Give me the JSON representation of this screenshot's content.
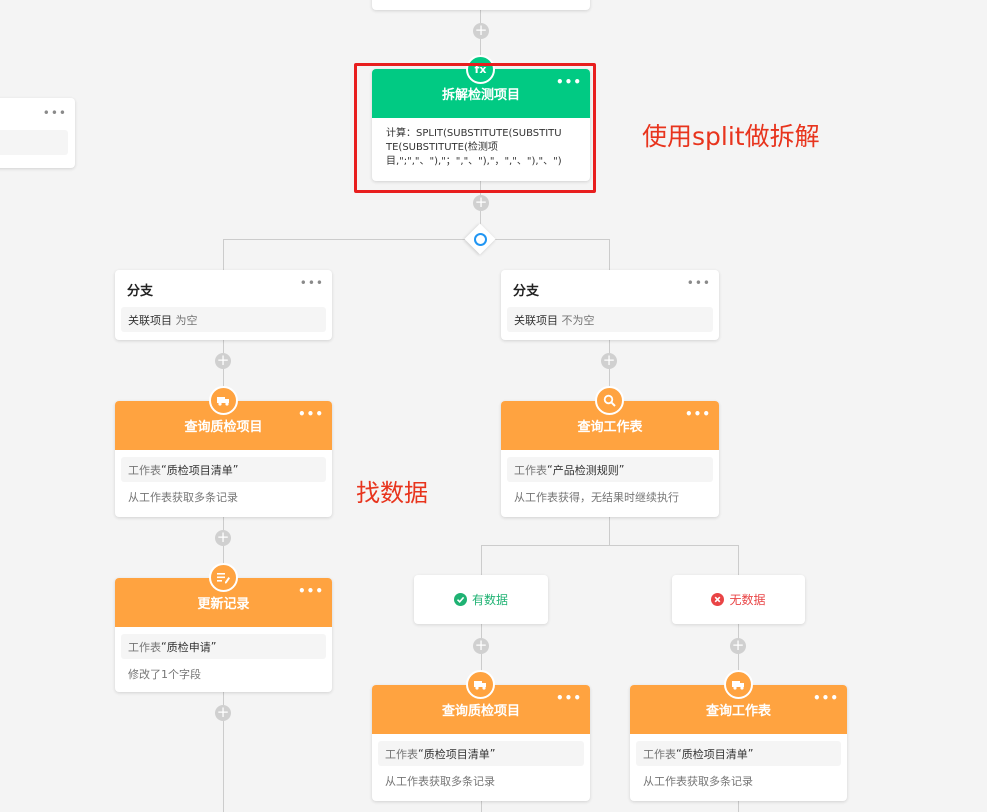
{
  "colors": {
    "orange": "#ffa340",
    "green": "#01ca83",
    "red_note": "#e8341d",
    "red_box": "#e81e1e",
    "success": "#1fb273",
    "error": "#e94445"
  },
  "calc_node": {
    "icon_text": "fx",
    "title": "拆解检测项目",
    "body_lines": [
      "计算：SPLIT(SUBSTITUTE(SUBSTITU",
      "TE(SUBSTITUTE(检测项",
      "目,\";\",\"、\"),\"；\",\"、\"),\"，\",\"、\"),\"、\")"
    ]
  },
  "annotations": {
    "split_note": "使用split做拆解",
    "find_data_note": "找数据"
  },
  "branches": {
    "left": {
      "title": "分支",
      "field": "关联项目",
      "condition": "为空"
    },
    "right": {
      "title": "分支",
      "field": "关联项目",
      "condition": "不为空"
    }
  },
  "nodes": {
    "query_qc_items": {
      "icon": "truck-icon",
      "title": "查询质检项目",
      "table_label": "工作表",
      "table_name": "质检项目清单",
      "desc": "从工作表获取多条记录"
    },
    "query_sheet": {
      "icon": "search-icon",
      "title": "查询工作表",
      "table_label": "工作表",
      "table_name": "产品检测规则",
      "desc": "从工作表获得，无结果时继续执行"
    },
    "update_record": {
      "icon": "edit-icon",
      "title": "更新记录",
      "table_label": "工作表 ",
      "table_name": "质检申请",
      "desc": "修改了1个字段"
    },
    "query_qc_items_2": {
      "icon": "truck-icon",
      "title": "查询质检项目",
      "table_label": "工作表",
      "table_name": "质检项目清单",
      "desc": "从工作表获取多条记录"
    },
    "query_sheet_2": {
      "icon": "truck-icon",
      "title": "查询工作表",
      "table_label": "工作表",
      "table_name": "质检项目清单",
      "desc": "从工作表获取多条记录"
    }
  },
  "results": {
    "has_data": "有数据",
    "no_data": "无数据"
  },
  "ui": {
    "more": "•••",
    "plus": "+",
    "quote_open": "“",
    "quote_close": "”"
  }
}
